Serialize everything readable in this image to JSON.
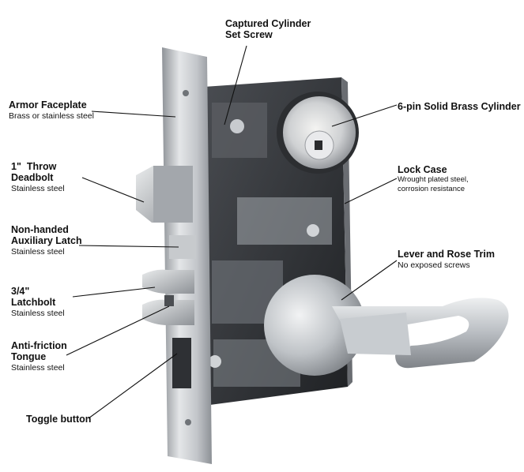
{
  "colors": {
    "text": "#111111",
    "leader": "#111111",
    "metal": "#b9bdc2",
    "dark_metal": "#2b2d31"
  },
  "labels": {
    "captured_cylinder": {
      "title_line1": "Captured Cylinder",
      "title_line2": "Set Screw"
    },
    "armor_faceplate": {
      "title": "Armor Faceplate",
      "subtitle": "Brass or stainless steel"
    },
    "cylinder_6pin": {
      "title": "6-pin Solid Brass Cylinder"
    },
    "deadbolt": {
      "title_line1": "1\"  Throw",
      "title_line2": "Deadbolt",
      "subtitle": "Stainless steel"
    },
    "lock_case": {
      "title": "Lock Case",
      "subtitle_line1": "Wrought plated steel,",
      "subtitle_line2": "corrosion resistance"
    },
    "aux_latch": {
      "title_line1": "Non-handed",
      "title_line2": "Auxiliary Latch",
      "subtitle": "Stainless steel"
    },
    "lever_trim": {
      "title": "Lever and Rose Trim",
      "subtitle": "No exposed screws"
    },
    "latchbolt": {
      "title_line1": "3/4\"",
      "title_line2": "Latchbolt",
      "subtitle": "Stainless steel"
    },
    "tongue": {
      "title_line1": "Anti-friction",
      "title_line2": "Tongue",
      "subtitle": "Stainless steel"
    },
    "toggle": {
      "title": "Toggle button"
    }
  }
}
